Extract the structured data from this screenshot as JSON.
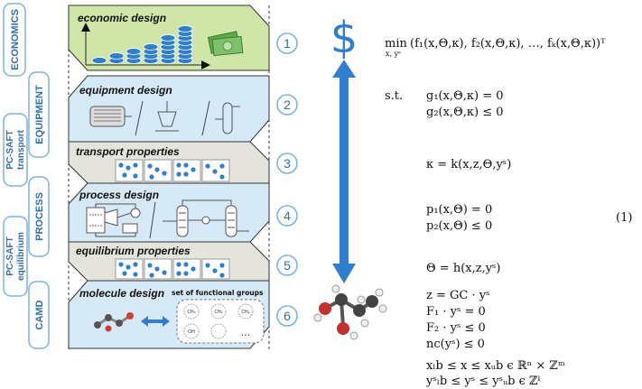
{
  "side_labels": {
    "economics": "ECONOMICS",
    "equipment": "EQUIPMENT",
    "pcsaft_transport_1": "PC-SAFT",
    "pcsaft_transport_2": "transport",
    "process": "PROCESS",
    "pcsaft_equilibrium_1": "PC-SAFT",
    "pcsaft_equilibrium_2": "equilibrium",
    "camd": "CAMD"
  },
  "panels": {
    "economic": "economic design",
    "equipment": "equipment design",
    "transport": "transport properties",
    "process": "process design",
    "equilibrium": "equilibrium properties",
    "molecule": "molecule design",
    "functional_groups": "set of functional groups",
    "group_1": "CH₃",
    "group_2": "CH₂",
    "group_3": "CH₂",
    "group_4": "OH",
    "group_more": "..."
  },
  "steps": [
    "1",
    "2",
    "3",
    "4",
    "5",
    "6"
  ],
  "dollar": "$",
  "equation_number": "(1)",
  "equations": {
    "objective_min": "min",
    "objective_sub": "x, yˢ",
    "objective": "(f₁(x,Θ,κ), f₂(x,Θ,κ), …, fₖ(x,Θ,κ))ᵀ",
    "st": "s.t.",
    "g1": "g₁(x,Θ,κ) = 0",
    "g2": "g₂(x,Θ,κ) ≤ 0",
    "kappa": "κ = k(x,z,Θ,yˢ)",
    "p1": "p₁(x,Θ) = 0",
    "p2": "p₂(x,Θ) ≤ 0",
    "theta": "Θ = h(x,z,yˢ)",
    "z": "z = GC · yˢ",
    "F1": "F₁ · yˢ = 0",
    "F2": "F₂ · yˢ ≤ 0",
    "nc": "nc(yˢ) ≤ 0",
    "x_bounds": "xₗb ≤ x ≤ xᵤb ϵ ℝⁿ × ℤᵐ",
    "y_bounds": "yˢₗb ≤ yˢ ≤ yˢᵤb ϵ ℤˡ"
  },
  "colors": {
    "accent_blue": "#2f7fd0",
    "side_border": "#7ab3e0",
    "economic_fill": "#cfe6a8",
    "equipment_fill": "#d6e9f6",
    "transport_fill": "#e4e4dc",
    "coins": "#2f7fd0",
    "banknote": "#7ec26a"
  }
}
